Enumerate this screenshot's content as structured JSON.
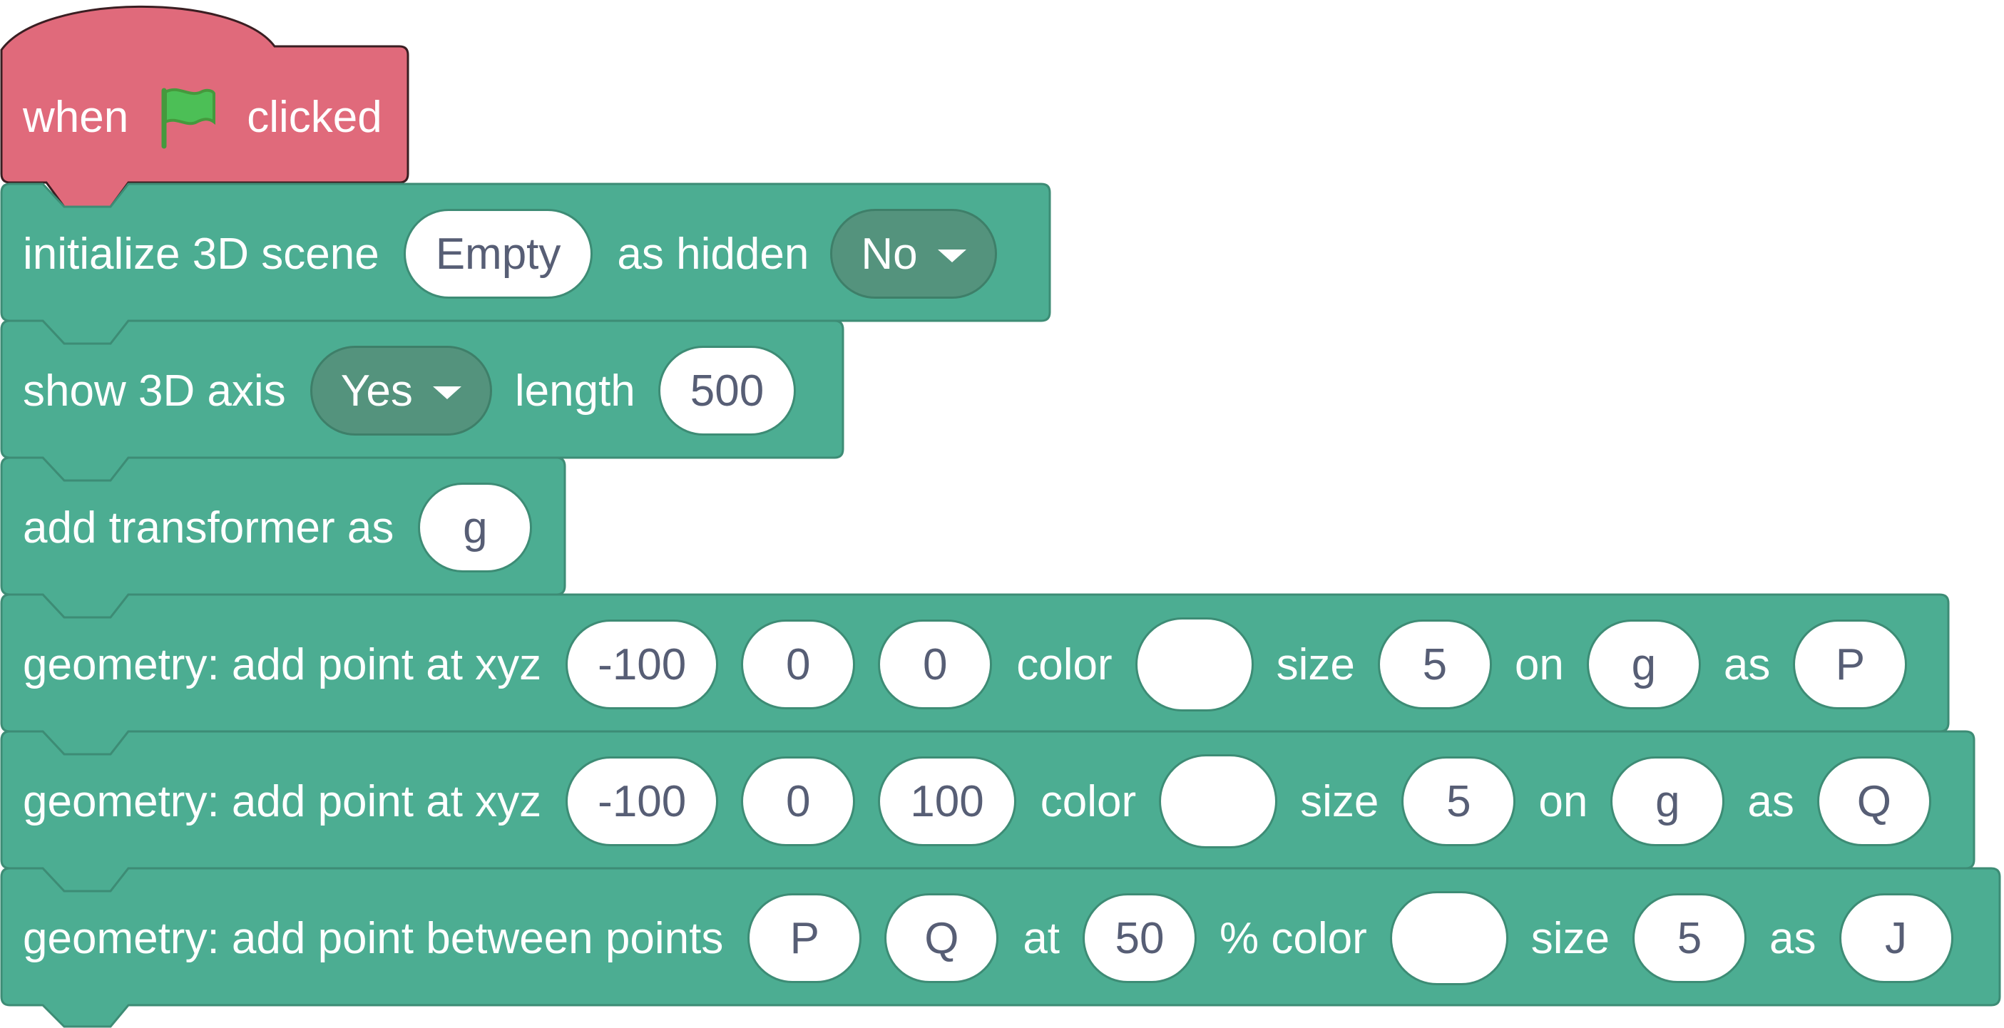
{
  "colors": {
    "hat_fill": "#e06a7b",
    "hat_stroke": "#3a1e22",
    "block_fill": "#4cad92",
    "block_stroke": "#3d8c75",
    "flag_fill": "#4cbf56",
    "flag_stroke": "#45993d",
    "slot_text": "#575e75"
  },
  "hat": {
    "when": "when",
    "flag_icon": "green-flag-icon",
    "clicked": "clicked"
  },
  "blocks": [
    {
      "label": "initialize 3D scene",
      "scene": "Empty",
      "hidden_label": "as hidden",
      "hidden": "No"
    },
    {
      "label": "show 3D axis",
      "show": "Yes",
      "length_label": "length",
      "length": "500"
    },
    {
      "label": "add transformer as",
      "name": "g"
    },
    {
      "label": "geometry: add point at xyz",
      "x": "-100",
      "y": "0",
      "z": "0",
      "color_label": "color",
      "color": "#ffffff",
      "size_label": "size",
      "size": "5",
      "on_label": "on",
      "on": "g",
      "as_label": "as",
      "as": "P"
    },
    {
      "label": "geometry: add point at xyz",
      "x": "-100",
      "y": "0",
      "z": "100",
      "color_label": "color",
      "color": "#ffffff",
      "size_label": "size",
      "size": "5",
      "on_label": "on",
      "on": "g",
      "as_label": "as",
      "as": "Q"
    },
    {
      "label": "geometry: add point between points",
      "p1": "P",
      "p2": "Q",
      "at_label": "at",
      "at": "50",
      "pct_color_label": "% color",
      "color": "#ffffff",
      "size_label": "size",
      "size": "5",
      "as_label": "as",
      "as": "J"
    }
  ]
}
